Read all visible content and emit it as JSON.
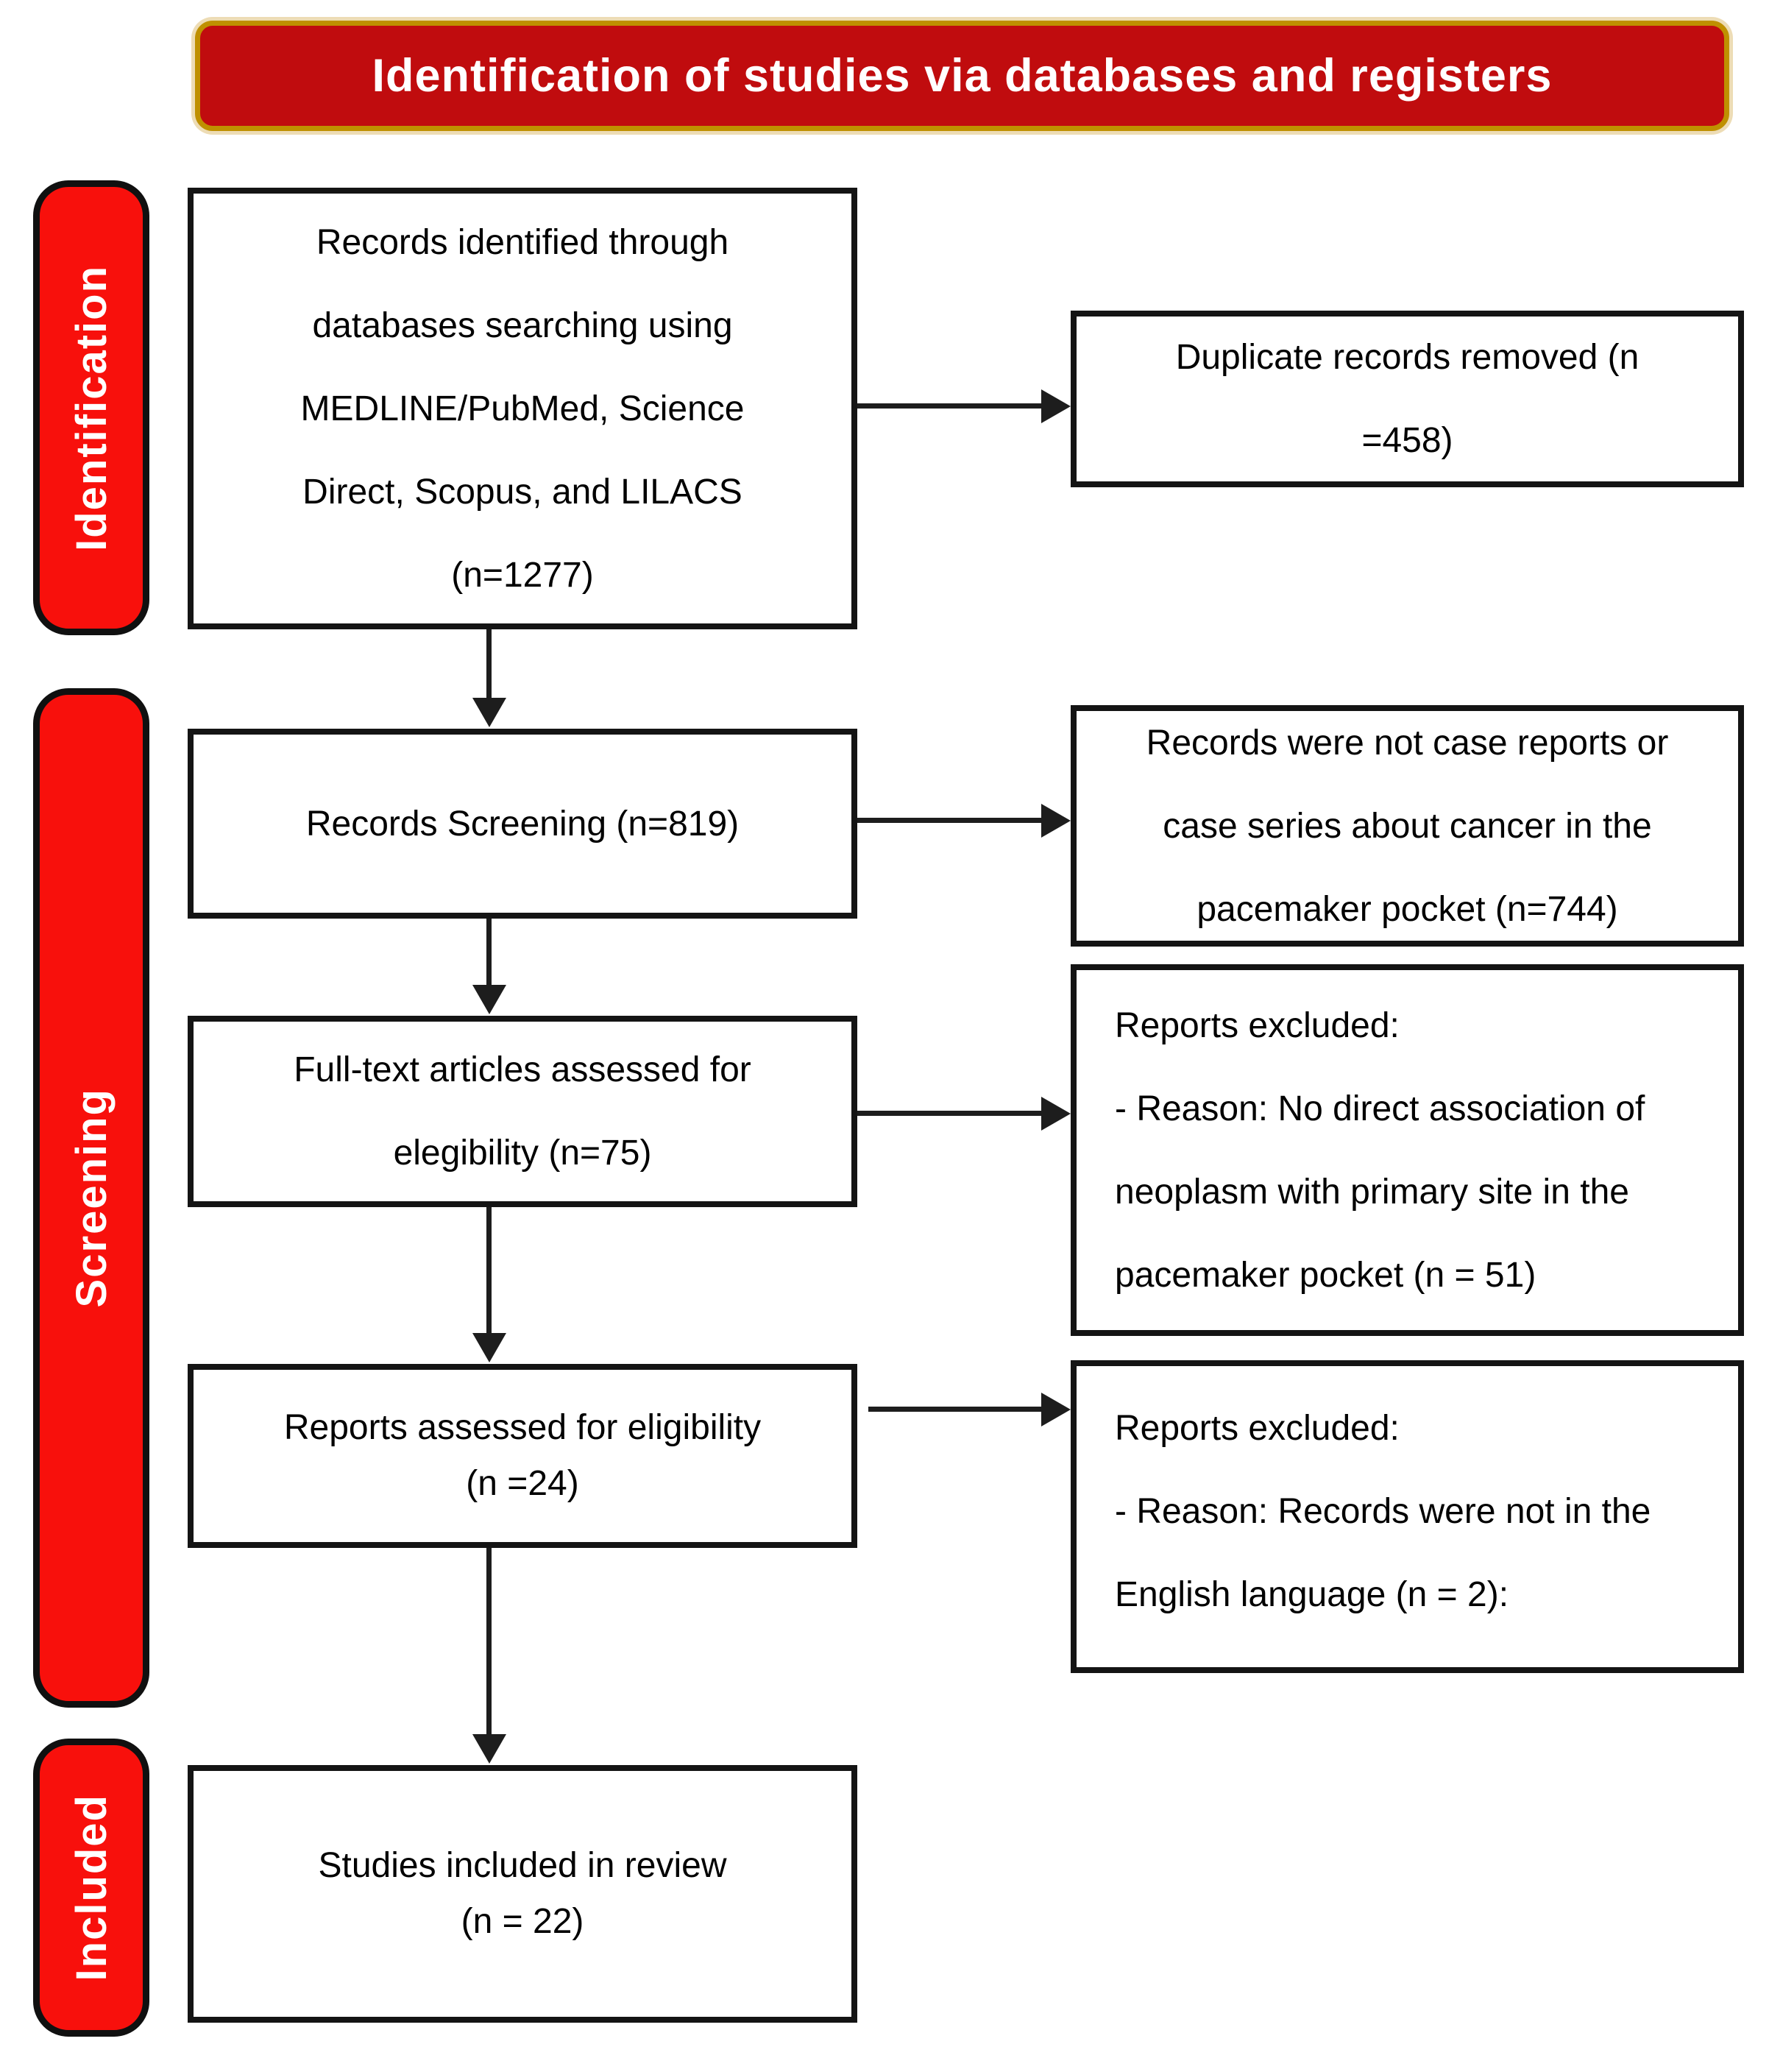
{
  "title": {
    "text": "Identification of studies via databases and registers"
  },
  "colors": {
    "banner_red": "#C00C0E",
    "banner_border_gold": "#BF9000",
    "stage_red": "#F8100C",
    "box_border": "#141414",
    "arrow": "#1D1D1D",
    "text": "#000000",
    "label_text": "#FFFFFF"
  },
  "stages": [
    {
      "label": "Identification"
    },
    {
      "label": "Screening"
    },
    {
      "label": "Included"
    }
  ],
  "boxes": {
    "left": [
      {
        "name": "records-identified",
        "lines": [
          "Records identified through",
          "databases searching using",
          "MEDLINE/PubMed, Science",
          "Direct, Scopus, and LILACS",
          "(n=1277)"
        ]
      },
      {
        "name": "records-screening",
        "lines": [
          "Records Screening (n=819)"
        ]
      },
      {
        "name": "fulltext-assessed",
        "lines": [
          "Full-text articles assessed for",
          "elegibility (n=75)"
        ]
      },
      {
        "name": "reports-assessed",
        "lines": [
          "Reports assessed for eligibility",
          "(n =24)"
        ]
      },
      {
        "name": "studies-included",
        "lines": [
          "Studies included in review",
          "(n = 22)"
        ]
      }
    ],
    "right": [
      {
        "name": "duplicates-removed",
        "lines": [
          "Duplicate records removed (n",
          "=458)"
        ]
      },
      {
        "name": "not-case-reports",
        "lines": [
          "Records were not case reports or",
          "case series about cancer in the",
          "pacemaker pocket (n=744)"
        ]
      },
      {
        "name": "reports-excluded-no-association",
        "lines": [
          "Reports excluded:",
          "- Reason: No direct association of",
          "neoplasm with primary site in the",
          "pacemaker pocket (n = 51)"
        ]
      },
      {
        "name": "reports-excluded-language",
        "lines": [
          "Reports excluded:",
          "- Reason: Records were not in the",
          "English language (n = 2):"
        ]
      }
    ]
  }
}
